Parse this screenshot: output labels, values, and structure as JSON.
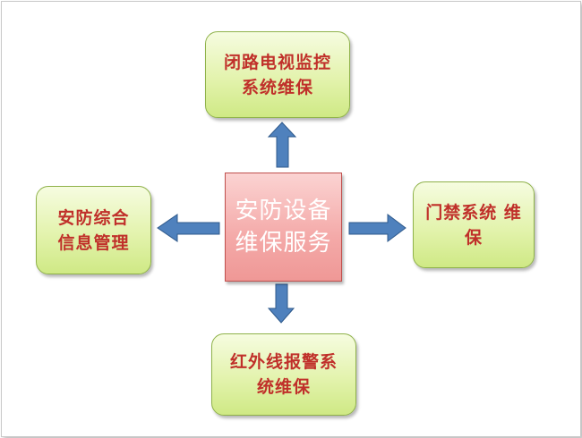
{
  "colors": {
    "node_fill": "#e3f3ad",
    "node_border": "#8fb24a",
    "node_text": "#c0302a",
    "center_fill": "#f4a9a8",
    "center_border": "#c0504d",
    "center_text": "#ffffff",
    "arrow_fill": "#4f81bd",
    "arrow_stroke": "#2f5a8c"
  },
  "center": {
    "lines": [
      "安防设备",
      "维保服务"
    ]
  },
  "nodes": {
    "top": {
      "lines": [
        "闭路电视监控",
        "系统维保"
      ]
    },
    "left": {
      "lines": [
        "安防综合",
        "信息管理"
      ]
    },
    "right": {
      "lines": [
        "门禁系统 维",
        "保"
      ]
    },
    "bottom": {
      "lines": [
        "红外线报警系",
        "统维保"
      ]
    }
  }
}
